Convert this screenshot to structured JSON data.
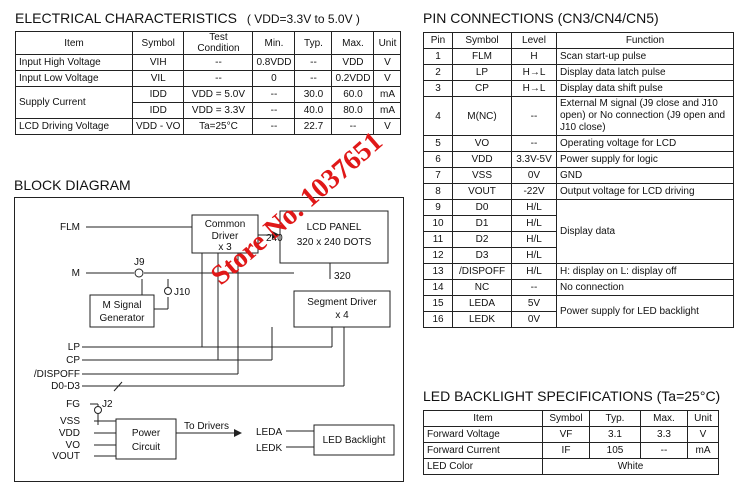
{
  "elec": {
    "title": "ELECTRICAL CHARACTERISTICS",
    "cond": "( VDD=3.3V to 5.0V )",
    "headers": [
      "Item",
      "Symbol",
      "Test Condition",
      "Min.",
      "Typ.",
      "Max.",
      "Unit"
    ],
    "rows": [
      [
        "Input  High Voltage",
        "VIH",
        "--",
        "0.8VDD",
        "--",
        "VDD",
        "V"
      ],
      [
        "Input  Low Voltage",
        "VIL",
        "--",
        "0",
        "--",
        "0.2VDD",
        "V"
      ],
      [
        "Supply Current",
        "IDD",
        "VDD = 5.0V",
        "--",
        "30.0",
        "60.0",
        "mA"
      ],
      [
        "",
        "IDD",
        "VDD = 3.3V",
        "--",
        "40.0",
        "80.0",
        "mA"
      ],
      [
        "LCD Driving Voltage",
        "VDD - VO",
        "Ta=25°C",
        "--",
        "22.7",
        "--",
        "V"
      ]
    ]
  },
  "pins": {
    "title": "PIN CONNECTIONS (CN3/CN4/CN5)",
    "headers": [
      "Pin",
      "Symbol",
      "Level",
      "Function"
    ],
    "rows": [
      [
        "1",
        "FLM",
        "H",
        "Scan start-up pulse"
      ],
      [
        "2",
        "LP",
        "H→L",
        "Display data latch pulse"
      ],
      [
        "3",
        "CP",
        "H→L",
        "Display data shift pulse"
      ],
      [
        "4",
        "M(NC)",
        "--",
        "External M signal (J9 close and J10 open) or No connection (J9 open and J10 close)"
      ],
      [
        "5",
        "VO",
        "--",
        "Operating voltage for LCD"
      ],
      [
        "6",
        "VDD",
        "3.3V-5V",
        "Power supply for logic"
      ],
      [
        "7",
        "VSS",
        "0V",
        "GND"
      ],
      [
        "8",
        "VOUT",
        "-22V",
        "Output voltage for LCD driving"
      ],
      [
        "9",
        "D0",
        "H/L",
        "Display data"
      ],
      [
        "10",
        "D1",
        "H/L",
        ""
      ],
      [
        "11",
        "D2",
        "H/L",
        ""
      ],
      [
        "12",
        "D3",
        "H/L",
        ""
      ],
      [
        "13",
        "/DISPOFF",
        "H/L",
        "H: display on  L: display off"
      ],
      [
        "14",
        "NC",
        "--",
        "No connection"
      ],
      [
        "15",
        "LEDA",
        "5V",
        "Power supply for LED backlight"
      ],
      [
        "16",
        "LEDK",
        "0V",
        ""
      ]
    ]
  },
  "led": {
    "title": "LED BACKLIGHT SPECIFICATIONS (Ta=25°C)",
    "headers": [
      "Item",
      "Symbol",
      "Typ.",
      "Max.",
      "Unit"
    ],
    "rows": [
      [
        "Forward Voltage",
        "VF",
        "3.1",
        "3.3",
        "V"
      ],
      [
        "Forward Current",
        "IF",
        "105",
        "--",
        "mA"
      ]
    ],
    "color_label": "LED Color",
    "color_value": "White"
  },
  "block": {
    "title": "BLOCK DIAGRAM",
    "common_driver": [
      "Common",
      "Driver",
      "x 3"
    ],
    "lcd_panel": [
      "LCD  PANEL",
      "320 x 240 DOTS"
    ],
    "segment_driver": [
      "Segment Driver",
      "x 4"
    ],
    "m_signal": [
      "M Signal",
      "Generator"
    ],
    "power_circuit": [
      "Power",
      "Circuit"
    ],
    "led_backlight": "LED Backlight",
    "to_drivers": "To Drivers",
    "n240": "240",
    "n320": "320",
    "signals": [
      "FLM",
      "M",
      "LP",
      "CP",
      "/DISPOFF",
      "D0-D3",
      "FG",
      "VSS",
      "VDD",
      "VO",
      "VOUT"
    ],
    "j9": "J9",
    "j10": "J10",
    "j2": "J2",
    "leda": "LEDA",
    "ledk": "LEDK"
  },
  "watermark": "Store No. 1037651"
}
